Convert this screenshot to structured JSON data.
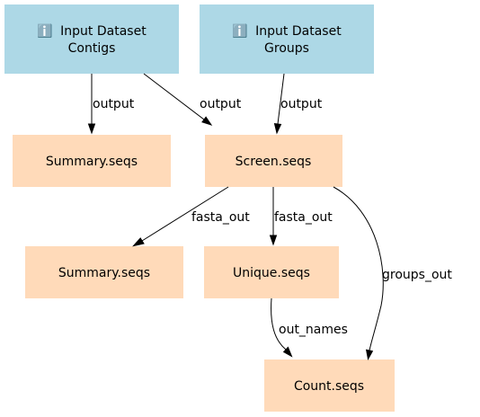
{
  "colors": {
    "input_fill": "#add8e6",
    "tool_fill": "#ffdab9",
    "edge": "#000000",
    "text": "#000000"
  },
  "nodes": {
    "input_contigs": {
      "icon": "info-icon",
      "icon_glyph": "ℹ️",
      "line1": "Input Dataset",
      "line2": "Contigs"
    },
    "input_groups": {
      "icon": "info-icon",
      "icon_glyph": "ℹ️",
      "line1": "Input Dataset",
      "line2": "Groups"
    },
    "summary_seqs_1": {
      "label": "Summary.seqs"
    },
    "screen_seqs": {
      "label": "Screen.seqs"
    },
    "summary_seqs_2": {
      "label": "Summary.seqs"
    },
    "unique_seqs": {
      "label": "Unique.seqs"
    },
    "count_seqs": {
      "label": "Count.seqs"
    }
  },
  "edges": {
    "contigs_to_summary": {
      "label": "output"
    },
    "contigs_to_screen": {
      "label": "output"
    },
    "groups_to_screen": {
      "label": "output"
    },
    "screen_to_summary": {
      "label": "fasta_out"
    },
    "screen_to_unique": {
      "label": "fasta_out"
    },
    "screen_to_count": {
      "label": "groups_out"
    },
    "unique_to_count": {
      "label": "out_names"
    }
  }
}
